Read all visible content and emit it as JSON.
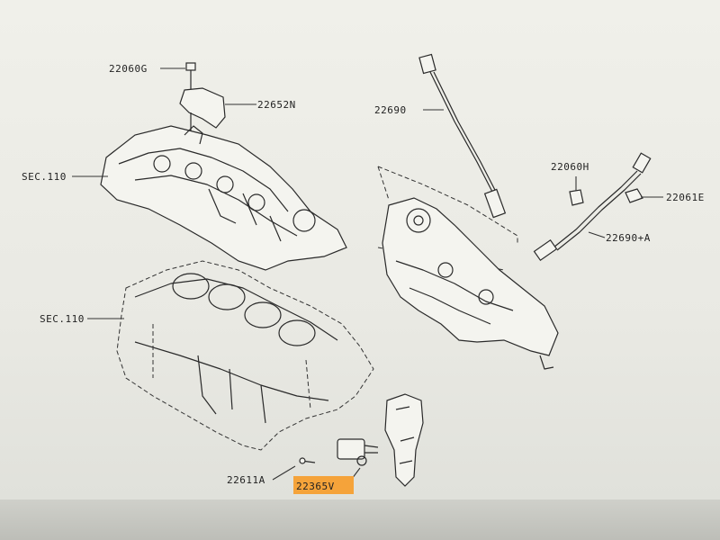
{
  "labels": {
    "p22060g": "22060G",
    "p22652n": "22652N",
    "sec110_head": "SEC.110",
    "sec110_block": "SEC.110",
    "p22690": "22690",
    "p22060h": "22060H",
    "p22061e": "22061E",
    "p22690a": "22690+A",
    "p22611a": "22611A",
    "p22365v": "22365V"
  },
  "highlight": {
    "color": "#f5a33a",
    "target": "22365V"
  }
}
